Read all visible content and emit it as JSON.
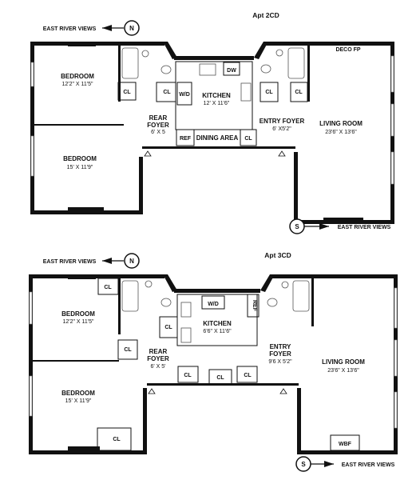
{
  "plans": [
    {
      "title": "Apt 2CD",
      "view_top": "EAST RIVER VIEWS",
      "view_bottom": "EAST RIVER VIEWS",
      "compass_top": "N",
      "compass_bottom": "S",
      "rooms": {
        "bedroom1": {
          "name": "BEDROOM",
          "dim": "12'2\" X 11'5\""
        },
        "bedroom2": {
          "name": "BEDROOM",
          "dim": "15' X 11'9\""
        },
        "rear_foyer": {
          "name": "REAR",
          "name2": "FOYER",
          "dim": "6' X 5"
        },
        "kitchen": {
          "name": "KITCHEN",
          "dim": "12' X 11'6\""
        },
        "entry_foyer": {
          "name": "ENTRY FOYER",
          "dim": "6' X5'2\""
        },
        "living": {
          "name": "LIVING ROOM",
          "dim": "23'6\" X 13'6\""
        },
        "dining": "DINING AREA"
      },
      "fixtures": {
        "dw": "DW",
        "wd": "W/D",
        "ref": "REF",
        "deco": "DECO FP",
        "cl": "CL"
      }
    },
    {
      "title": "Apt 3CD",
      "view_top": "EAST RIVER VIEWS",
      "view_bottom": "EAST RIVER VIEWS",
      "compass_top": "N",
      "compass_bottom": "S",
      "rooms": {
        "bedroom1": {
          "name": "BEDROOM",
          "dim": "12'2\" X 11'5\""
        },
        "bedroom2": {
          "name": "BEDROOM",
          "dim": "15' X 11'9\""
        },
        "rear_foyer": {
          "name": "REAR",
          "name2": "FOYER",
          "dim": "6' X 5'"
        },
        "kitchen": {
          "name": "KITCHEN",
          "dim": "6'6\" X 11'6\""
        },
        "entry_foyer": {
          "name": "ENTRY",
          "name2": "FOYER",
          "dim": "9'6 X 5'2\""
        },
        "living": {
          "name": "LIVING ROOM",
          "dim": "23'6\" X 13'6\""
        }
      },
      "fixtures": {
        "wd": "W/D",
        "ref": "REF",
        "wbf": "WBF",
        "cl": "CL"
      }
    }
  ]
}
